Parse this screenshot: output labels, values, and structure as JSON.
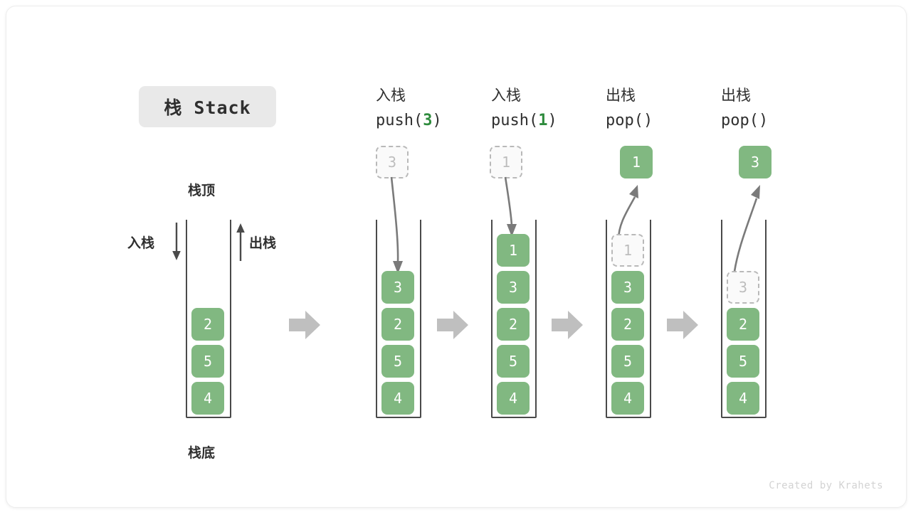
{
  "card": {
    "title": "栈 Stack",
    "footer": "Created by Krahets"
  },
  "colors": {
    "element_green": "#81b881",
    "green_accent": "#2e8b3d",
    "ghost_border": "#b9b9b9",
    "ghost_text": "#bdbdbd",
    "wall": "#4a4a4a",
    "flow_arrow": "#bfbfbf",
    "chip_bg": "#e9e9e9",
    "text": "#2f2f2f",
    "footer_text": "#d3d3d3"
  },
  "legend": {
    "top_label": "栈顶",
    "bottom_label": "栈底",
    "push_label": "入栈",
    "pop_label": "出栈"
  },
  "columns": [
    {
      "id": "initial",
      "head_cjk": "",
      "head_code_pre": "",
      "head_code_num": "",
      "head_code_post": "",
      "cells": [
        "2",
        "5",
        "4"
      ],
      "ghost": null,
      "out_value": null
    },
    {
      "id": "push-3",
      "head_cjk": "入栈",
      "head_code_pre": "push(",
      "head_code_num": "3",
      "head_code_post": ")",
      "cells": [
        "3",
        "2",
        "5",
        "4"
      ],
      "ghost": "3",
      "ghost_position": "above",
      "out_value": null
    },
    {
      "id": "push-1",
      "head_cjk": "入栈",
      "head_code_pre": "push(",
      "head_code_num": "1",
      "head_code_post": ")",
      "cells": [
        "1",
        "3",
        "2",
        "5",
        "4"
      ],
      "ghost": "1",
      "ghost_position": "above",
      "out_value": null
    },
    {
      "id": "pop-1",
      "head_cjk": "出栈",
      "head_code_pre": "pop(",
      "head_code_num": "",
      "head_code_post": ")",
      "cells": [
        "3",
        "2",
        "5",
        "4"
      ],
      "ghost": "1",
      "ghost_position": "inside",
      "out_value": "1"
    },
    {
      "id": "pop-3",
      "head_cjk": "出栈",
      "head_code_pre": "pop(",
      "head_code_num": "",
      "head_code_post": ")",
      "cells": [
        "2",
        "5",
        "4"
      ],
      "ghost": "3",
      "ghost_position": "inside",
      "out_value": "3"
    }
  ]
}
